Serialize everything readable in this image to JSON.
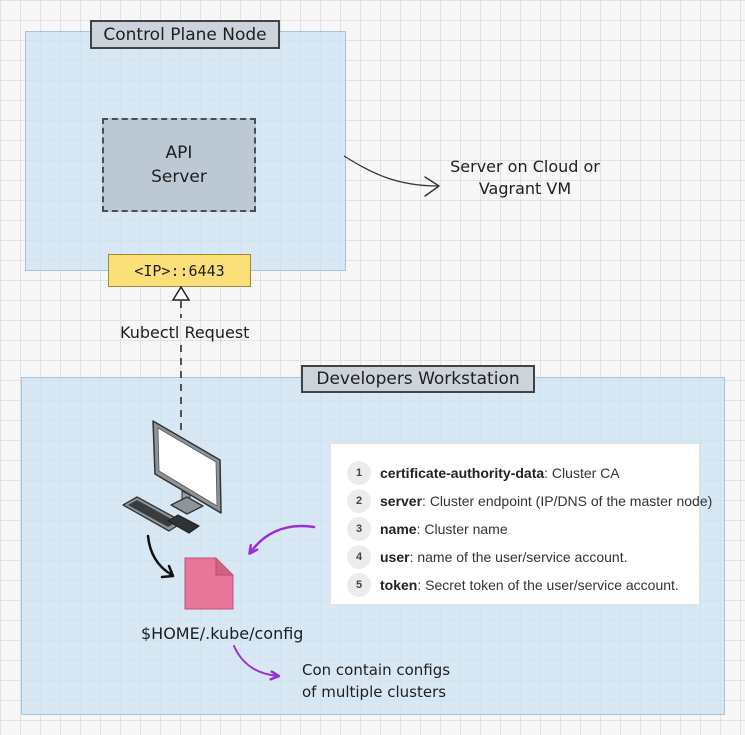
{
  "control_plane": {
    "title": "Control Plane Node",
    "api_server": [
      "API",
      "Server"
    ],
    "port_label": "<IP>::6443"
  },
  "cloud_note": [
    "Server on Cloud or",
    "Vagrant VM"
  ],
  "kubectl_label": "Kubectl Request",
  "workstation": {
    "title": "Developers Workstation",
    "config_path": "$HOME/.kube/config",
    "multi_note": [
      "Con contain configs",
      "of multiple clusters"
    ]
  },
  "config_fields": [
    {
      "num": "1",
      "key": "certificate-authority-data",
      "value": ": Cluster CA"
    },
    {
      "num": "2",
      "key": "server",
      "value": ": Cluster endpoint (IP/DNS of the master node)"
    },
    {
      "num": "3",
      "key": "name",
      "value": ": Cluster name"
    },
    {
      "num": "4",
      "key": "user",
      "value": ": name of the user/service account."
    },
    {
      "num": "5",
      "key": "token",
      "value": ": Secret token of the user/service account."
    }
  ],
  "colors": {
    "zone_fill": "#cce3f3",
    "tag_fill": "#cdd3da",
    "api_fill": "#bcc8d3",
    "port_fill": "#fbe07a",
    "file_fill": "#e8769a",
    "purple_arrow": "#9b30d9"
  },
  "icons": [
    "desktop-computer-icon",
    "keyboard-icon",
    "mouse-icon",
    "config-file-icon"
  ]
}
